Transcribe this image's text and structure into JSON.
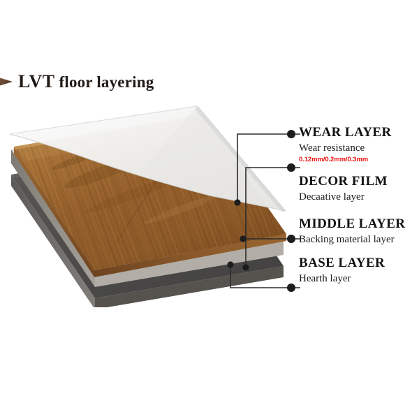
{
  "title": {
    "bullet_icon": "triangle-right-icon",
    "lead": "LVT",
    "rest": " floor layering",
    "full": "LVT floor layering",
    "bullet_color": "#6b4a33",
    "text_color": "#221a15"
  },
  "colors": {
    "background": "#ffffff",
    "wear_layer_fill": "#f1f1f0",
    "wear_layer_edge": "#d8d8d6",
    "wood_top_light": "#b98248",
    "wood_top_dark": "#7a4a22",
    "wood_edge": "#8a5a2b",
    "middle_layer_top": "#cbc7c0",
    "middle_layer_edge": "#8f8b85",
    "base_layer_top": "#4e4d4c",
    "base_layer_edge": "#6e6c6a",
    "leader_line": "#2b2b2b",
    "leader_dot": "#1d1d1d",
    "spec_red": "#ee1111"
  },
  "illustration": {
    "name": "lvt-exploded-layer-diagram",
    "layers": [
      {
        "id": "wear",
        "name": "wear-layer-sheet",
        "description": "translucent white curved protective film lifting off the plank"
      },
      {
        "id": "decor",
        "name": "decor-film-plank",
        "description": "oak wood grain decorative plank"
      },
      {
        "id": "middle",
        "name": "middle-layer-slab",
        "description": "light gray backing material slab"
      },
      {
        "id": "base",
        "name": "base-layer-slab",
        "description": "dark gray base slab"
      }
    ]
  },
  "callouts": [
    {
      "id": "wear",
      "title": "WEAR LAYER",
      "subtitle": "Wear resistance",
      "spec": "0.12mm/0.2mm/0.3mm"
    },
    {
      "id": "decor",
      "title": "DECOR FILM",
      "subtitle": "Decaative layer",
      "spec": ""
    },
    {
      "id": "middle",
      "title": "MIDDLE LAYER",
      "subtitle": "Backing material layer",
      "spec": ""
    },
    {
      "id": "base",
      "title": "BASE LAYER",
      "subtitle": "Hearth layer",
      "spec": ""
    }
  ]
}
